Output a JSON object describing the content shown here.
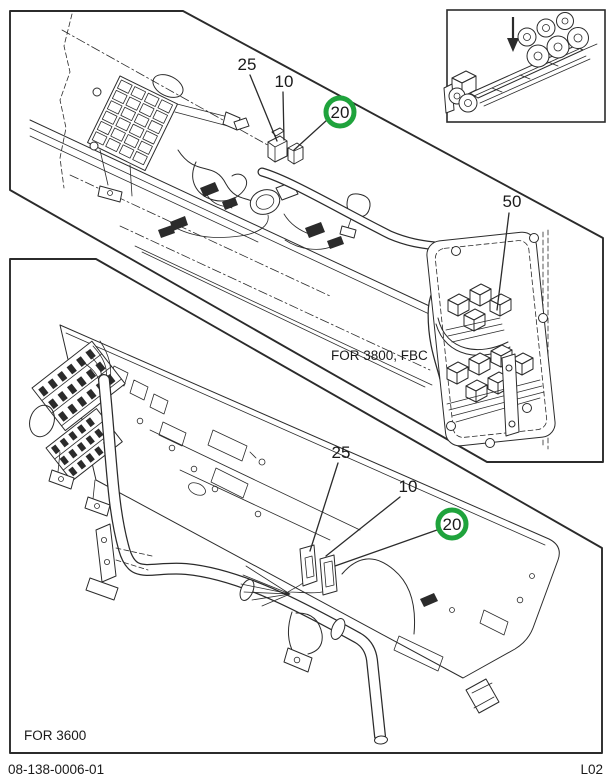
{
  "colors": {
    "line": "#2b2b2b",
    "callout_green": "#1fa33c",
    "background": "#ffffff"
  },
  "figure": {
    "top_panel": {
      "caption": "FOR 3800, FBC",
      "callouts": [
        {
          "label": "25",
          "circled": false
        },
        {
          "label": "10",
          "circled": false
        },
        {
          "label": "20",
          "circled": true,
          "circle_color": "#1fa33c"
        },
        {
          "label": "50",
          "circled": false
        }
      ]
    },
    "bottom_panel": {
      "caption": "FOR 3600",
      "callouts": [
        {
          "label": "25",
          "circled": false
        },
        {
          "label": "10",
          "circled": false
        },
        {
          "label": "20",
          "circled": true,
          "circle_color": "#1fa33c"
        }
      ]
    },
    "locator_icon": "truck-chassis"
  },
  "footer": {
    "document_number": "08-138-0006-01",
    "page_code": "L02"
  }
}
